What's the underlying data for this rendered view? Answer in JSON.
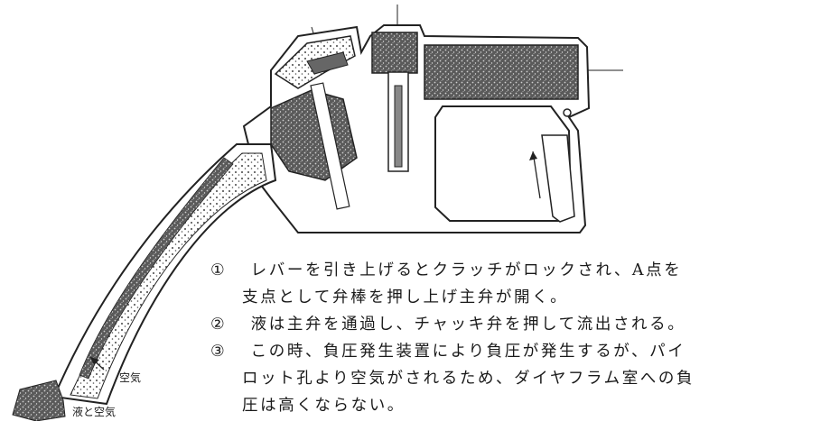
{
  "labels": {
    "air": "空気",
    "liquid_and_air": "液と空気"
  },
  "steps": [
    {
      "num": "①",
      "line1": "レバーを引き上げるとクラッチがロックされ、A点を",
      "line2": "支点として弁棒を押し上げ主弁が開く。"
    },
    {
      "num": "②",
      "line1": "液は主弁を通過し、チャッキ弁を押して流出される。"
    },
    {
      "num": "③",
      "line1": "この時、負圧発生装置により負圧が発生するが、パイ",
      "line2": "ロット孔より空気がされるため、ダイヤフラム室への負",
      "line3": "圧は高くならない。"
    }
  ]
}
